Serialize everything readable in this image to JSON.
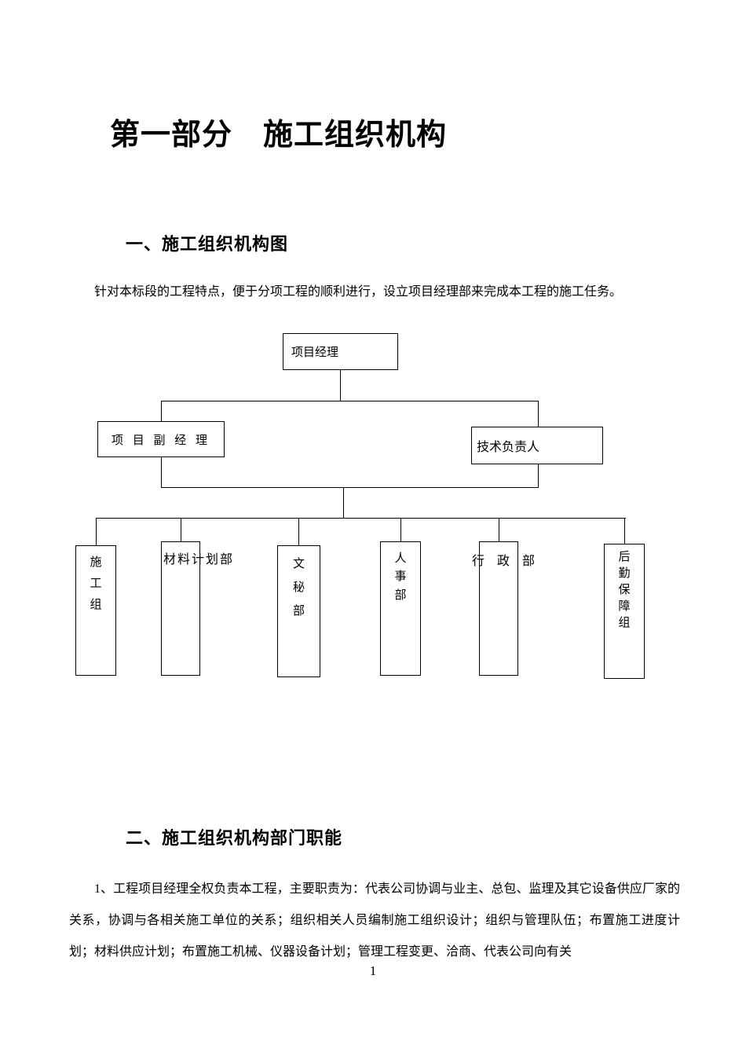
{
  "page": {
    "title": "第一部分　施工组织机构",
    "page_number": "1"
  },
  "section1": {
    "heading": "一、施工组织机构图",
    "intro": "针对本标段的工程特点，便于分项工程的顺利进行，设立项目经理部来完成本工程的施工任务。"
  },
  "org_chart": {
    "project_manager": "项目经理",
    "deputy_manager": "项 目 副 经 理",
    "technical_director": "技术负责人",
    "departments": [
      "施工组",
      "材料计划部",
      "文秘部",
      "人事部",
      "行 政 部",
      "后勤保障组"
    ]
  },
  "section2": {
    "heading": "二、施工组织机构部门职能",
    "paragraph": "1、工程项目经理全权负责本工程，主要职责为：代表公司协调与业主、总包、监理及其它设备供应厂家的关系，协调与各相关施工单位的关系；组织相关人员编制施工组织设计；组织与管理队伍；布置施工进度计划；材料供应计划；布置施工机械、仪器设备计划；管理工程变更、洽商、代表公司向有关"
  }
}
